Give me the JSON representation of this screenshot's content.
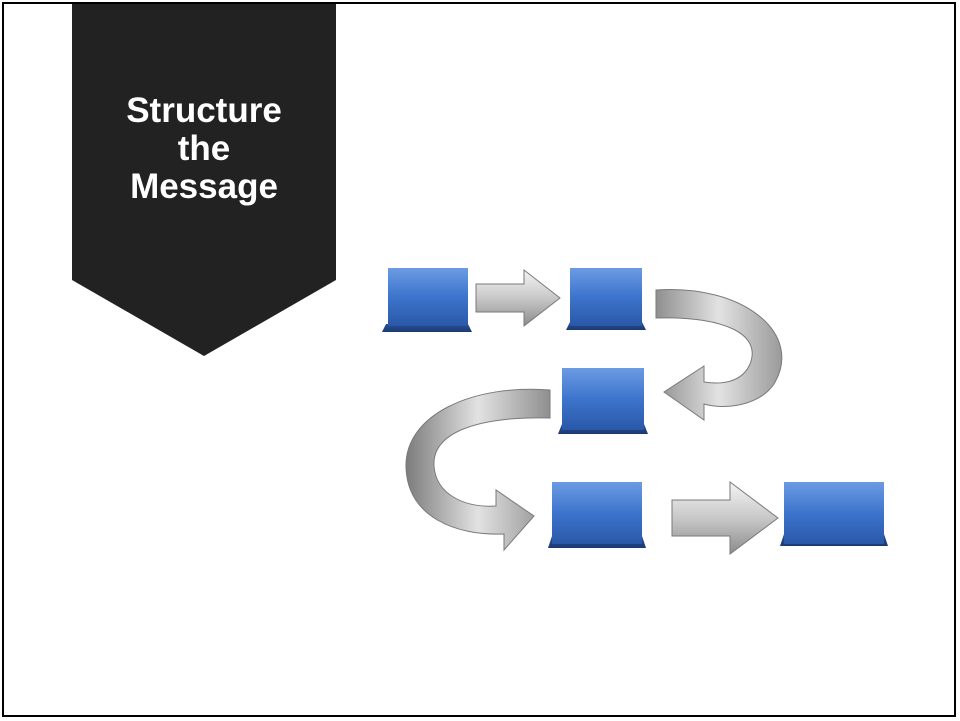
{
  "banner": {
    "title_lines": [
      "Structure",
      "the",
      "Message"
    ],
    "background_color": "#222222",
    "text_color": "#ffffff"
  },
  "illustration": {
    "icon": "process-flow-icon",
    "box_color": "#3b73c9",
    "arrow_color": "#b8b8b8"
  }
}
